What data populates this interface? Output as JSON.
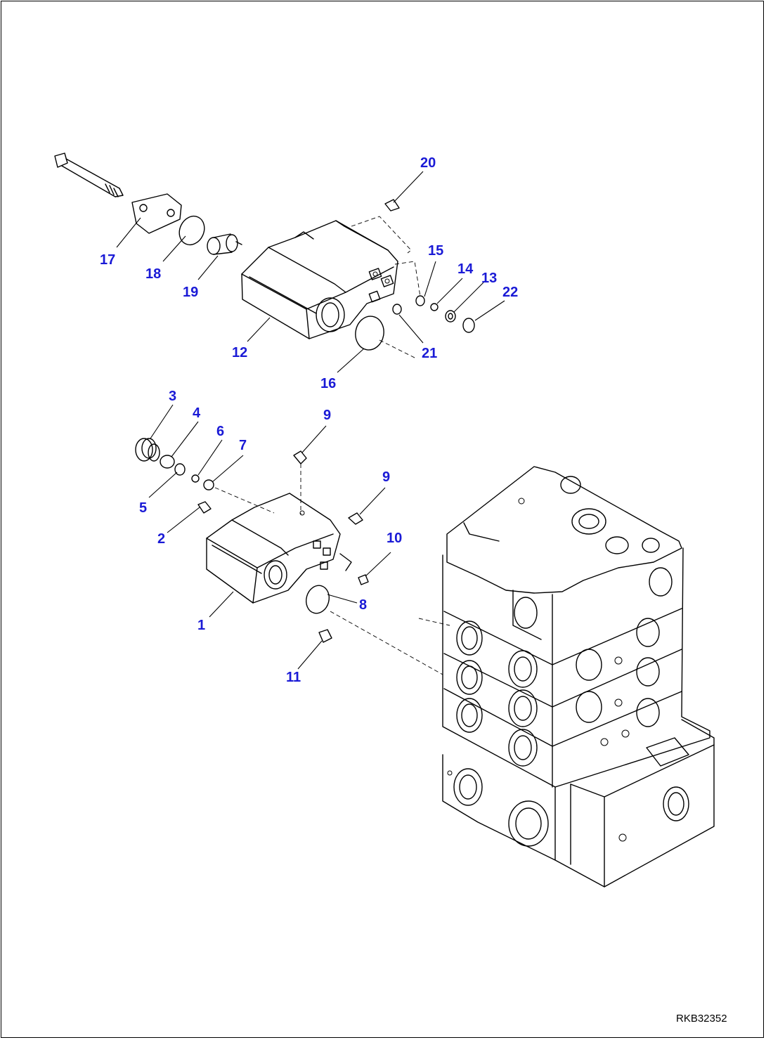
{
  "labels": {
    "p1": "1",
    "p2": "2",
    "p3": "3",
    "p4": "4",
    "p5": "5",
    "p6": "6",
    "p7": "7",
    "p8": "8",
    "p9a": "9",
    "p9b": "9",
    "p10": "10",
    "p11": "11",
    "p12": "12",
    "p13": "13",
    "p14": "14",
    "p15": "15",
    "p16": "16",
    "p17": "17",
    "p18": "18",
    "p19": "19",
    "p20": "20",
    "p21": "21",
    "p22": "22"
  },
  "drawing_code": "RKB32352",
  "colors": {
    "label": "#1a1ad6",
    "line": "#000000",
    "background": "#ffffff"
  }
}
